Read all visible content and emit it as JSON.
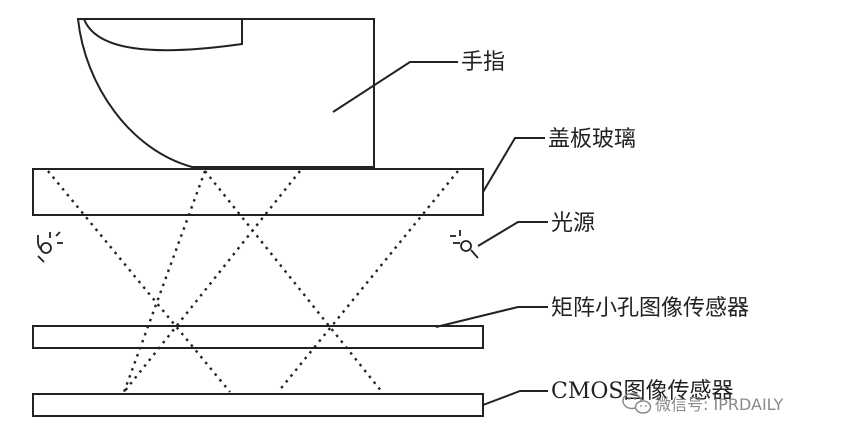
{
  "labels": {
    "finger": "手指",
    "cover_glass": "盖板玻璃",
    "light_source": "光源",
    "pinhole_matrix_sensor": "矩阵小孔图像传感器",
    "cmos_sensor": "CMOS图像传感器"
  },
  "watermark": {
    "text": "微信号: IPRDAILY",
    "icon": "wechat-icon"
  },
  "colors": {
    "line": "#222222",
    "dotted": "#222222",
    "watermark": "#8a8a8a"
  }
}
